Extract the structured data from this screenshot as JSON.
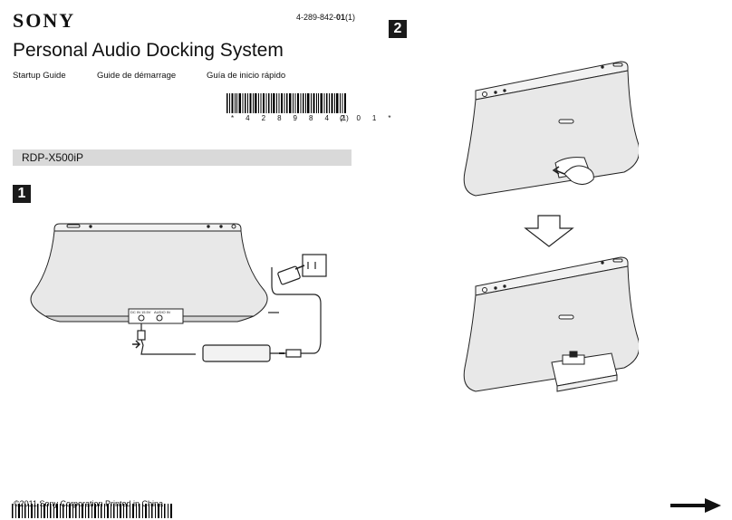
{
  "header": {
    "brand": "SONY",
    "part_number_prefix": "4-289-842-",
    "part_number_bold": "01",
    "part_number_suffix": "(1)",
    "title": "Personal Audio Docking System",
    "guides": [
      "Startup Guide",
      "Guide de démarrage",
      "Guía de inicio rápido"
    ]
  },
  "barcode": {
    "digits": "* 4 2 8 9 8 4 2 0 1 *",
    "suffix": "(1)"
  },
  "model": "RDP-X500iP",
  "steps": [
    {
      "number": "1"
    },
    {
      "number": "2"
    }
  ],
  "figure1": {
    "port_labels": [
      "DC IN 15.5V",
      "AUDIO IN"
    ]
  },
  "footer": {
    "copyright": "©2011 Sony Corporation   Printed in China"
  },
  "colors": {
    "step_box": "#1a1a1a",
    "model_bar": "#d9d9d9",
    "speaker_body": "#e8e8e8"
  }
}
